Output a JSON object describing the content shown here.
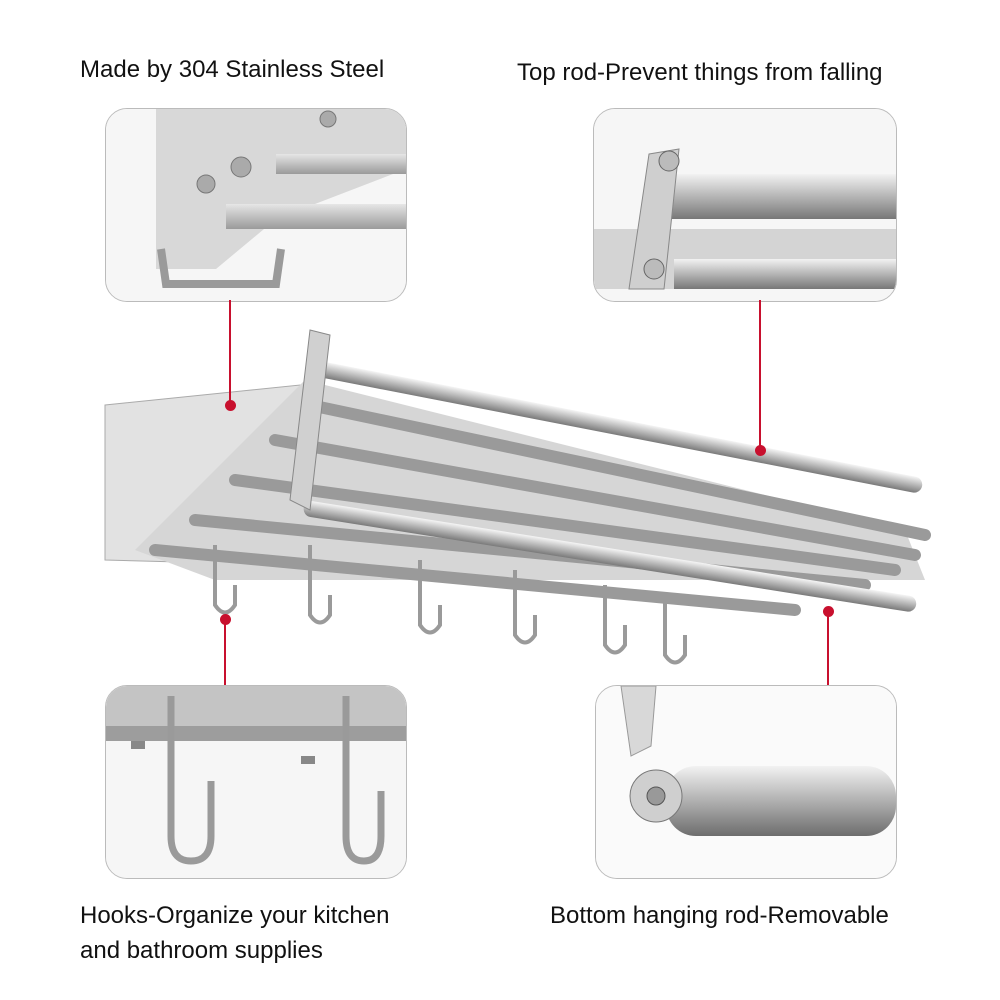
{
  "captions": {
    "material": "Made by 304 Stainless Steel",
    "top_rod": "Top rod-Prevent things from falling",
    "hooks_line1": "Hooks-Organize your kitchen",
    "hooks_line2": "and bathroom supplies",
    "bottom_rod": "Bottom hanging rod-Removable"
  },
  "colors": {
    "callout": "#c8102e",
    "steel": "#c9c9c9"
  }
}
